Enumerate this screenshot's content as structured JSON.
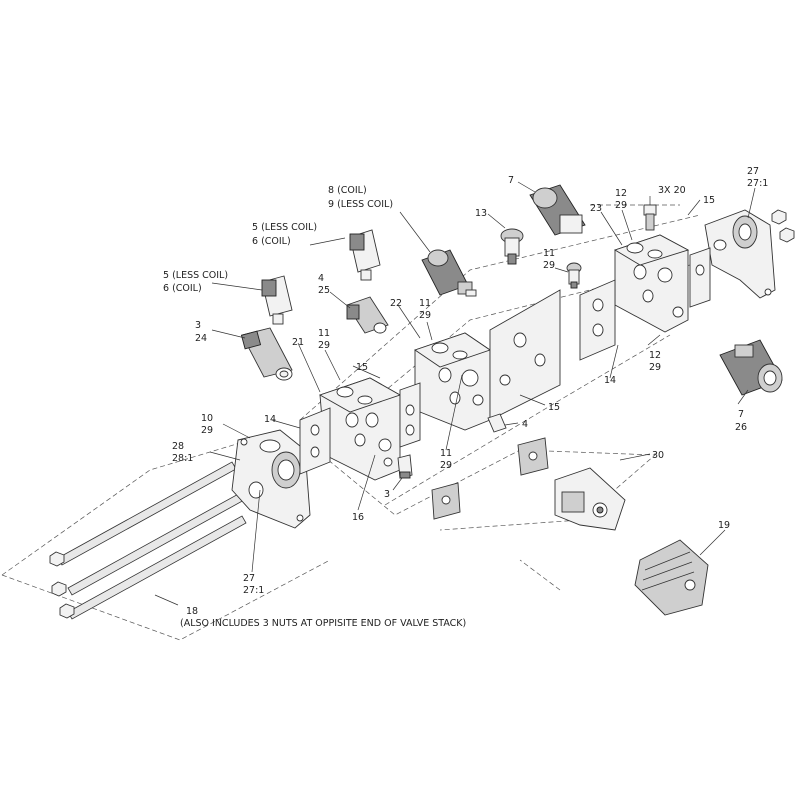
{
  "callouts": {
    "c7a": "7",
    "c8": "8 (COIL)",
    "c9": "9 (LESS COIL)",
    "c13": "13",
    "c23": "23",
    "c12a_1": "12",
    "c12a_2": "29",
    "c3x20": "3X 20",
    "c15a": "15",
    "c27a_1": "27",
    "c27a_2": "27:1",
    "c5a": "5 (LESS COIL)",
    "c6a": "6 (COIL)",
    "c11a_1": "11",
    "c11a_2": "29",
    "c5b": "5 (LESS COIL)",
    "c6b": "6 (COIL)",
    "c4a_1": "4",
    "c4a_2": "25",
    "c22": "22",
    "c11b_1": "11",
    "c11b_2": "29",
    "c3a_1": "3",
    "c3a_2": "24",
    "c21": "21",
    "c11c_1": "11",
    "c11c_2": "29",
    "c15b": "15",
    "c12b_1": "12",
    "c12b_2": "29",
    "c14a": "14",
    "c15c": "15",
    "c7b_1": "7",
    "c7b_2": "26",
    "c10_1": "10",
    "c10_2": "29",
    "c14b": "14",
    "c4b": "4",
    "c28_1": "28",
    "c28_2": "28:1",
    "c11d_1": "11",
    "c11d_2": "29",
    "c30": "30",
    "c3b": "3",
    "c16": "16",
    "c19": "19",
    "c27b_1": "27",
    "c27b_2": "27:1",
    "c18": "18",
    "note18": "(ALSO INCLUDES 3 NUTS AT OPPISITE END OF VALVE STACK)"
  }
}
